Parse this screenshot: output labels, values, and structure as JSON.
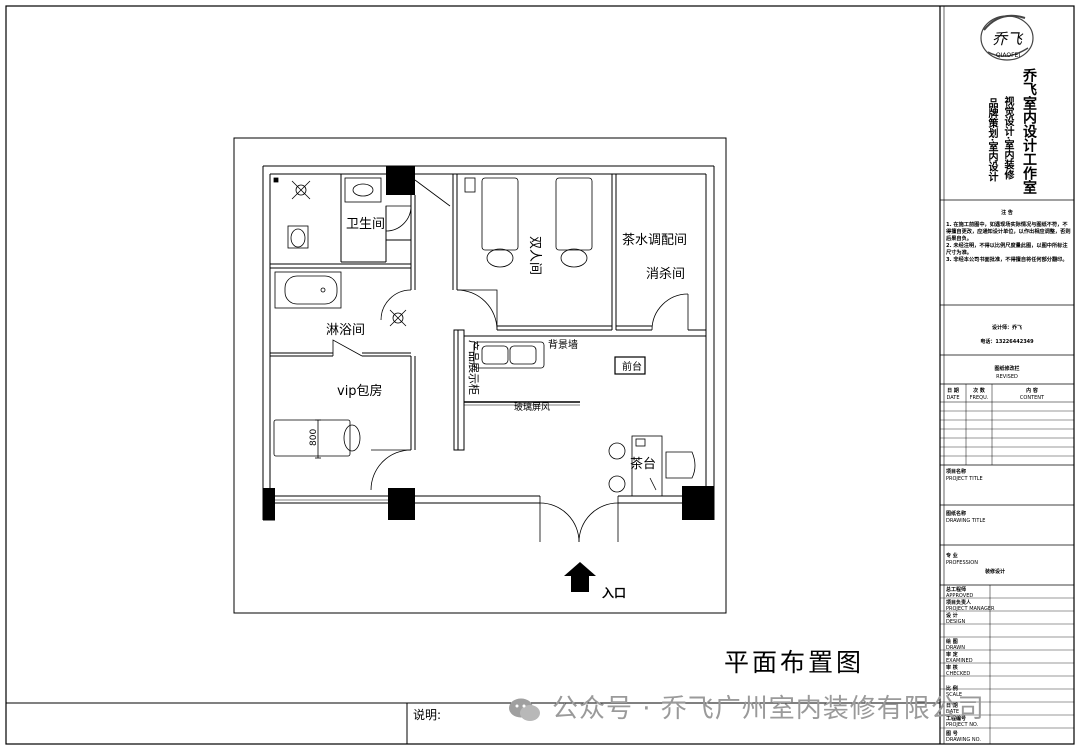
{
  "plan": {
    "rooms": {
      "bathroom": "卫生间",
      "double_room": "双人间",
      "tea_prep": "茶水调配间",
      "disinfection": "消杀间",
      "shower": "淋浴间",
      "vip_room": "vip包房",
      "product_display": "产品展示柜",
      "feature_wall": "背景墙",
      "front_desk": "前台",
      "glass_screen": "玻璃屏风",
      "tea_table": "茶台",
      "bed_dim": "800",
      "entrance": "入口"
    },
    "page_title": "平面布置图",
    "note_label": "说明:"
  },
  "title_block": {
    "logo_text": "乔飞",
    "logo_sub": "QIAOFEI",
    "studio_name": "乔飞室内设计工作室",
    "services_line1": "视觉设计·室内装修",
    "services_line2": "品牌策划·室内设计",
    "notice_title": "注 告",
    "notice_1": "1. 在施工前图中，如遇现场实际情况与图纸不符，不得擅自更改，应通知设计单位，以作出相应调整，否则后果自负。",
    "notice_2": "2. 未经注明，不得以比例尺度量此图，以图中所标注尺寸为准。",
    "notice_3": "3. 非经本公司书面批准，不得擅自将任何部分翻印。",
    "designer": "设计师：乔飞",
    "phone": "电话：13226442349",
    "revision_cn": "图纸修改栏",
    "revision_en": "REVISED",
    "col_date_cn": "日 期",
    "col_date_en": "DATE",
    "col_rev_cn": "次 数",
    "col_rev_en": "FREQU.",
    "col_content_cn": "内 容",
    "col_content_en": "CONTENT",
    "project_title_cn": "项目名称",
    "project_title_en": "PROJECT TITLE",
    "drawing_title_cn": "图纸名称",
    "drawing_title_en": "DRAWING TITLE",
    "profession_cn": "专 业",
    "profession_en": "PROFESSION",
    "profession_value": "装修设计",
    "approved_cn": "总工程师",
    "approved_en": "APPROVED",
    "pm_cn": "项目负责人",
    "pm_en": "PROJECT MANAGER",
    "design_cn": "设 计",
    "design_en": "DESIGN",
    "drawn_cn": "绘 图",
    "drawn_en": "DRAWN",
    "examined_cn": "审 定",
    "examined_en": "EXAMINED",
    "checked_cn": "审 核",
    "checked_en": "CHECKED",
    "scale_cn": "比 例",
    "scale_en": "SCALE",
    "date_cn": "日 期",
    "date_en": "DATE",
    "job_no_cn": "工程编号",
    "job_no_en": "PROJECT NO.",
    "drawing_no_cn": "图 号",
    "drawing_no_en": "DRAWING NO."
  },
  "watermark": "公众号 · 乔飞广州室内装修有限公司"
}
